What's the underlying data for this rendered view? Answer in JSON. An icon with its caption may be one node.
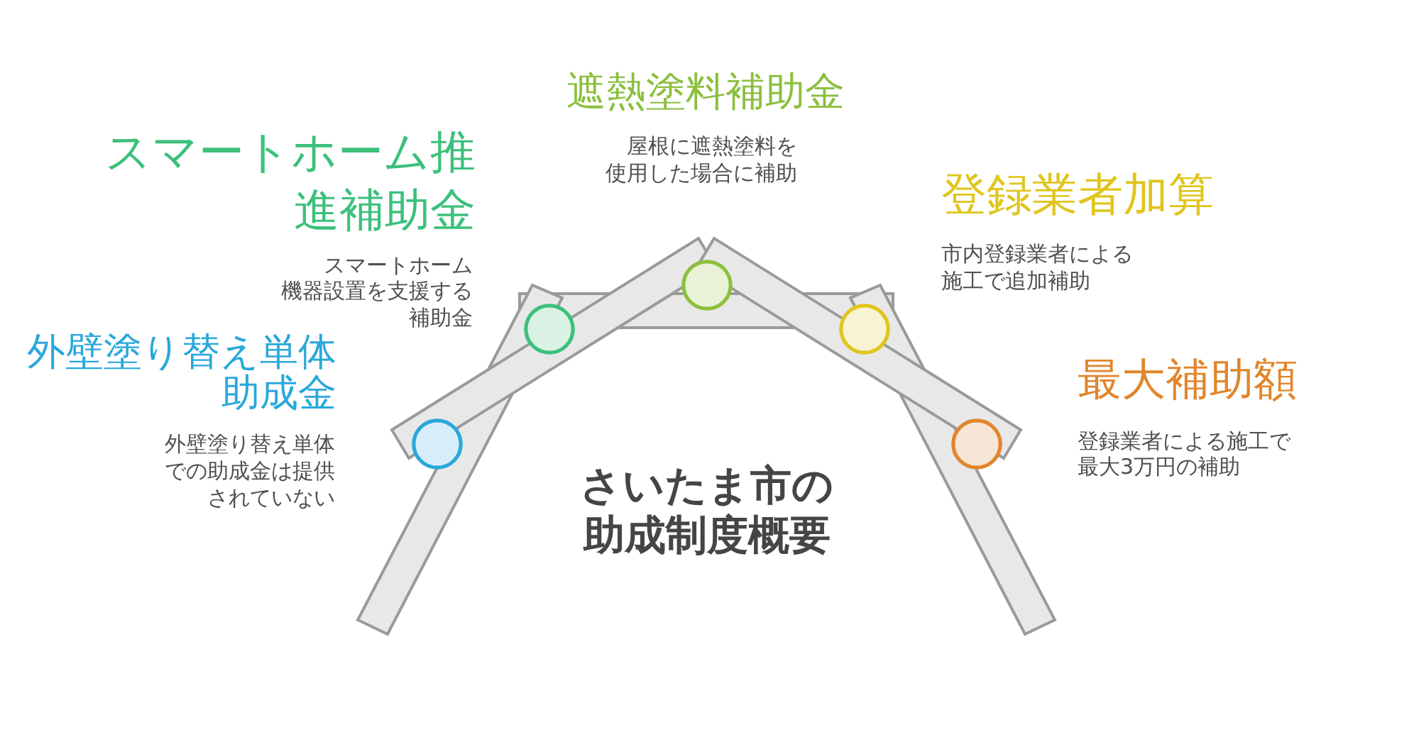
{
  "diagram": {
    "title": "さいたま市の助成制度概要",
    "nodes": [
      {
        "text": [],
        "shape": "circle",
        "beside": [
          "外壁塗り替え単体助成金",
          "外壁塗り替え単体での助成金は提供されていない"
        ]
      },
      {
        "text": [],
        "shape": "circle",
        "beside": [
          "スマートホーム推進補助金",
          "スマートホーム機器設置を支援する補助金"
        ]
      },
      {
        "text": [],
        "shape": "circle",
        "beside": [
          "遮熱塗料補助金",
          "屋根に遮熱塗料を使用した場合に補助"
        ]
      },
      {
        "text": [],
        "shape": "circle",
        "beside": [
          "登録業者加算",
          "市内登録業者による施工で追加補助"
        ]
      },
      {
        "text": [],
        "shape": "circle",
        "beside": [
          "最大補助額",
          "登録業者による施工で最大3万円の補助"
        ]
      }
    ]
  }
}
